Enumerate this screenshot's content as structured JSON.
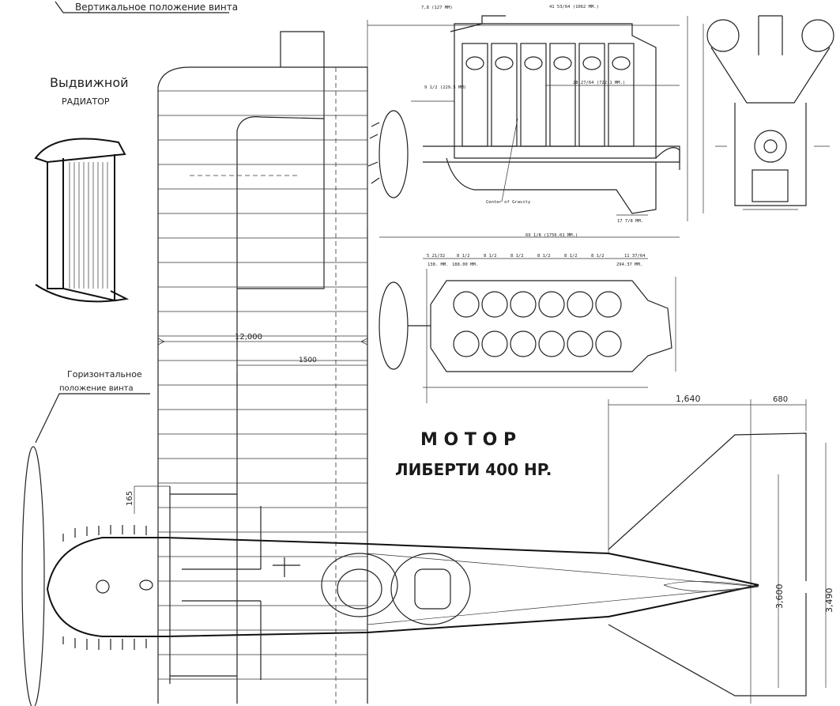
{
  "labels": {
    "vertical_prop": "Вертикальное положение винта",
    "horizontal_prop_line1": "Горизонтальное",
    "horizontal_prop_line2": "положение винта",
    "radiator_line1": "Выдвижной",
    "radiator_line2": "РАДИАТОР",
    "title_line1": "М О Т О Р",
    "title_line2": "ЛИБЕРТИ 400 HP."
  },
  "dimensions": {
    "span": "12,000",
    "aileron": "1500",
    "tail_length": "1,640",
    "rudder": "680",
    "stab_span_inner": "3,600",
    "stab_span_outer": "3,490",
    "nose": "165"
  },
  "engine_dims": {
    "top_length": "41 53/64 (1062 MM.)",
    "top_offset": "7,8 (127 MM)",
    "prop_offset": "9 1/2 (229.5 MM)",
    "cg_length": "28 27/64 (722.1 MM.)",
    "center_of_gravity": "Center of Gravity",
    "base": "17 7/8 MM.",
    "plan_length": "69 1/8 (1756.01 MM.)",
    "bays": [
      "5 21/32",
      "8 1/2",
      "8 1/2",
      "8 1/2",
      "8 1/2",
      "8 1/2",
      "8 1/2",
      "11 37/64"
    ],
    "bay_mm_first": "138. MM.",
    "bay_mm_second": "188.00 MM.",
    "bay_mm_last": "294.37 MM."
  }
}
